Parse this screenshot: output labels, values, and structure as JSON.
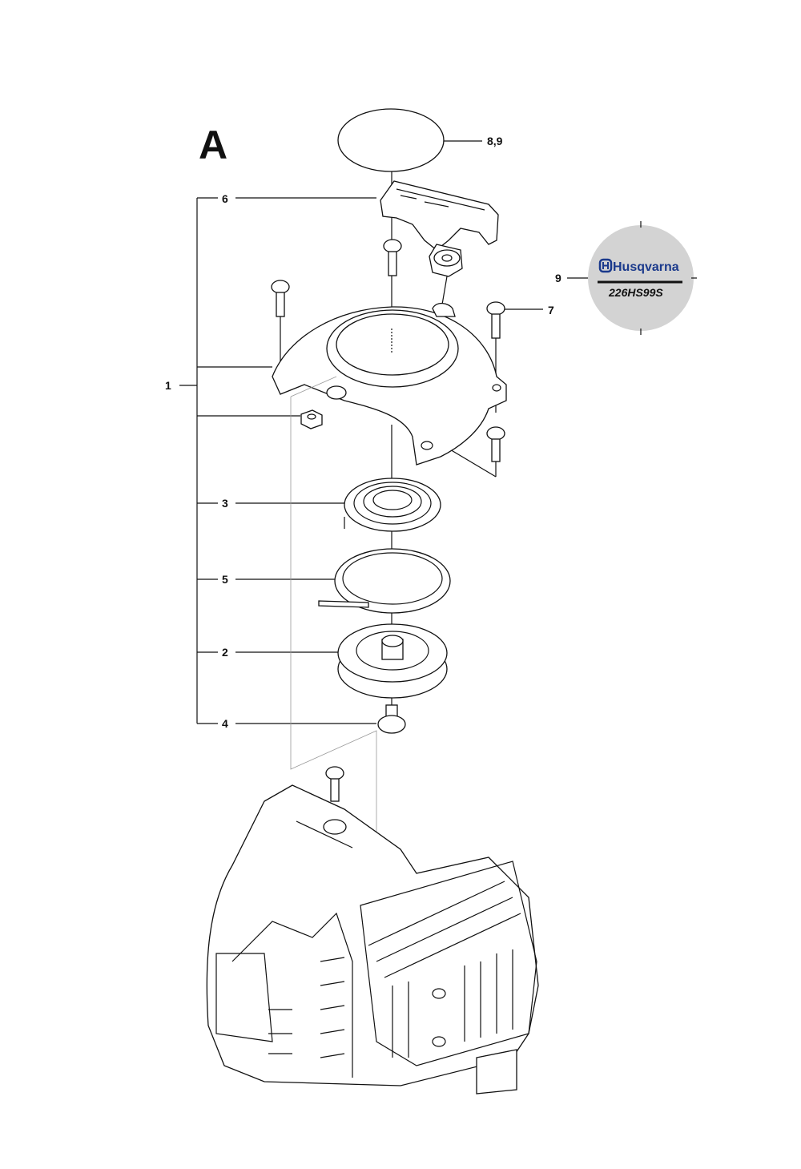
{
  "diagram": {
    "section_letter": "A",
    "callouts": [
      "8,9",
      "6",
      "1",
      "7",
      "3",
      "5",
      "2",
      "4",
      "9"
    ],
    "decal": {
      "brand": "Husqvarna",
      "model": "226HS99S",
      "brand_color": "#1b3a8c",
      "background_color": "#d3d3d3"
    }
  }
}
